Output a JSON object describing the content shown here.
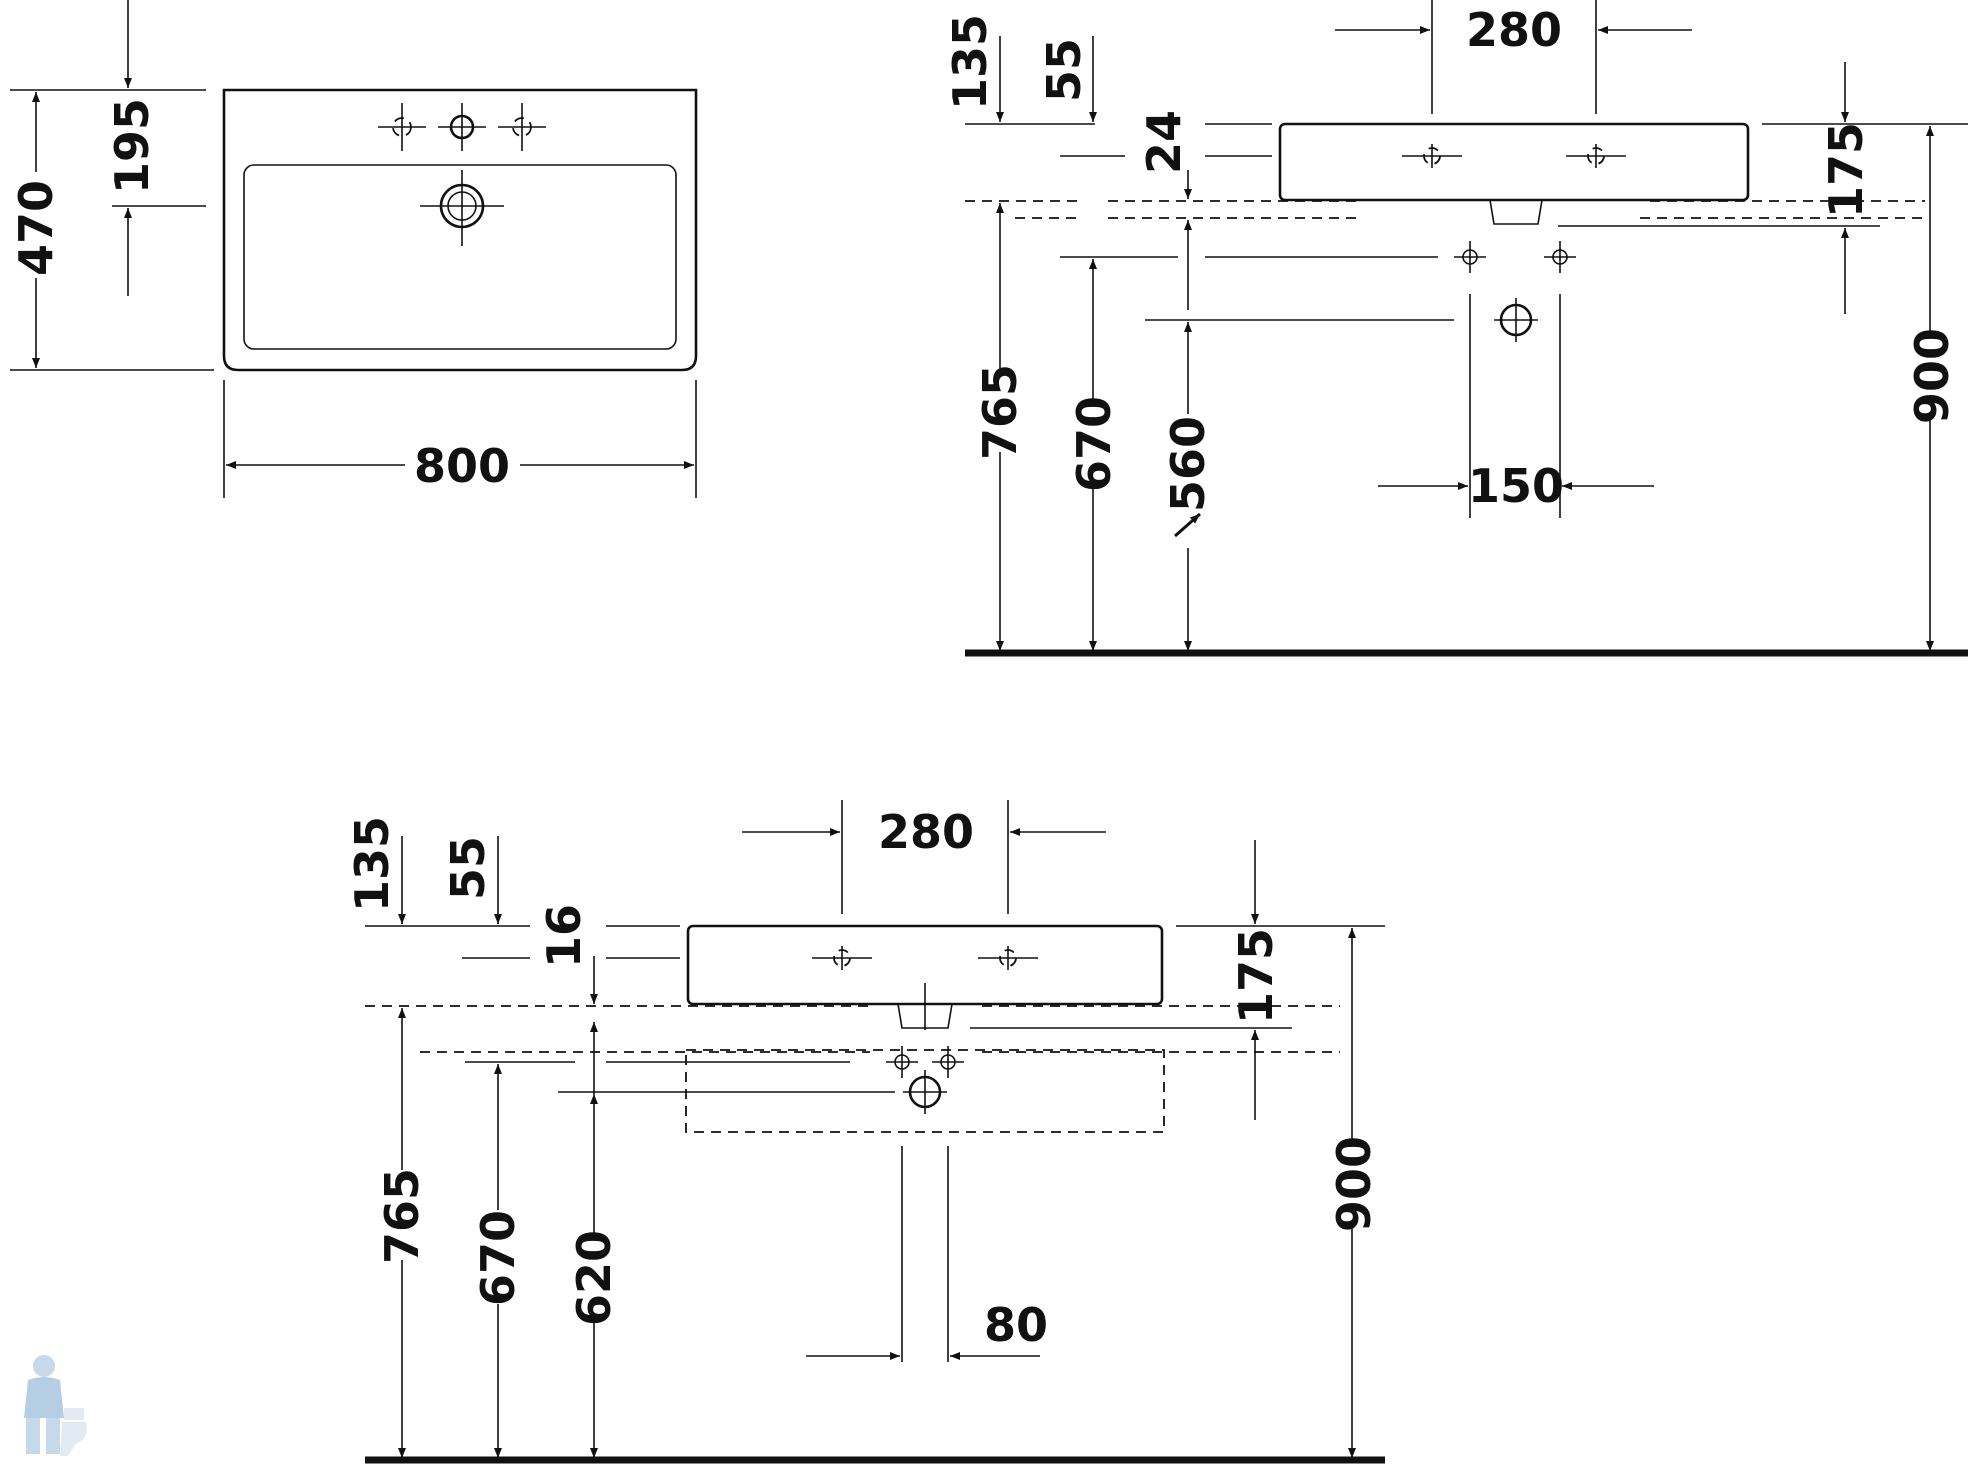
{
  "views": {
    "top_view": {
      "dim_width": "800",
      "dim_depth": "470",
      "dim_tap_row": "195"
    },
    "side_view_1": {
      "dim_tap_spacing": "280",
      "dim_135": "135",
      "dim_55": "55",
      "dim_24": "24",
      "dim_175": "175",
      "dim_765": "765",
      "dim_670": "670",
      "dim_560": "560",
      "dim_150": "150",
      "dim_900": "900"
    },
    "side_view_2": {
      "dim_tap_spacing": "280",
      "dim_135": "135",
      "dim_55": "55",
      "dim_16": "16",
      "dim_175": "175",
      "dim_765": "765",
      "dim_670": "670",
      "dim_620": "620",
      "dim_80": "80",
      "dim_900": "900"
    }
  },
  "icons": {
    "logo": "plumber-figure-icon"
  }
}
